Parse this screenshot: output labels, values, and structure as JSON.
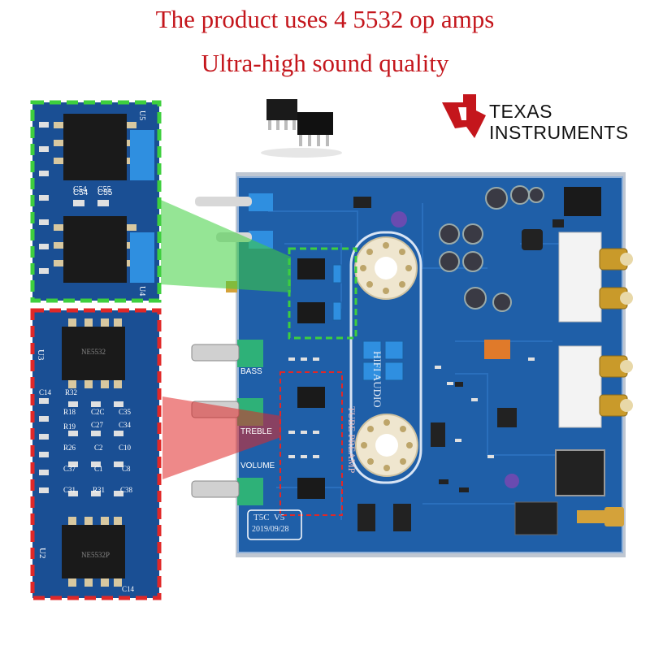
{
  "header": {
    "line1": "The product uses 4 5532 op amps",
    "line2": "Ultra-high sound quality"
  },
  "brand": {
    "logo_text_line1": "TEXAS",
    "logo_text_line2": "INSTRUMENTS",
    "logo_color": "#c4161c"
  },
  "board": {
    "label_bass": "BASS",
    "label_treble": "TREBLE",
    "label_volume": "VOLUME",
    "label_hifi": "HIFI AUDIO",
    "label_tube": "TUBE PREAMP",
    "version": "T5C  V5",
    "date": "2019/09/28",
    "pcb_color": "#1f5fa8",
    "highlight_green": "#3ecf3e",
    "highlight_red": "#e02828"
  },
  "zoom_red": {
    "chip_u3": "U3",
    "chip_u2": "U2",
    "chip_marking_1": "NE5532",
    "chip_marking_2": "NE5532P",
    "refs": [
      "R32",
      "C14",
      "R18",
      "C2C",
      "C35",
      "C27",
      "C34",
      "R19",
      "C2",
      "C10",
      "R26",
      "C37",
      "C1",
      "C8",
      "R31",
      "C31",
      "C38",
      "C14"
    ]
  },
  "zoom_green": {
    "refs": [
      "C54",
      "C55",
      "U5",
      "U4"
    ]
  }
}
